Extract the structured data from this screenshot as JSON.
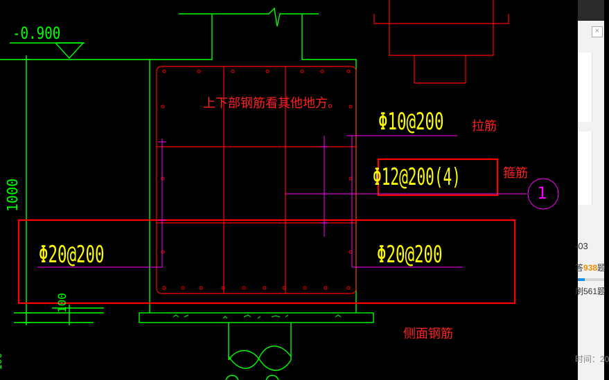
{
  "drawing": {
    "elevation_label": "-0.900",
    "height_dim": "1000",
    "cover_dim": "100",
    "partial_dim": "100",
    "note_top": "上下部钢筋看其他地方。",
    "tie_spec": "Φ10@200",
    "tie_label": "拉筋",
    "stirrup_spec": "Φ12@200(4)",
    "stirrup_label": "箍筋",
    "section_mark": "1",
    "left_side_spec": "Φ20@200",
    "right_side_spec": "Φ20@200",
    "side_label": "侧面钢筋"
  },
  "side_panel": {
    "close_glyph": "×",
    "date_fragment": "-03",
    "line1_prefix": "答",
    "line1_count": "938",
    "line1_suffix": "题",
    "line2": "刷561题",
    "footer": "时间：20"
  },
  "colors": {
    "background": "#000000",
    "structure": "#00ff00",
    "rebar": "#ff0000",
    "dimension": "#ff00ff",
    "text_spec": "#ffff00",
    "annotation": "#ff2020"
  }
}
